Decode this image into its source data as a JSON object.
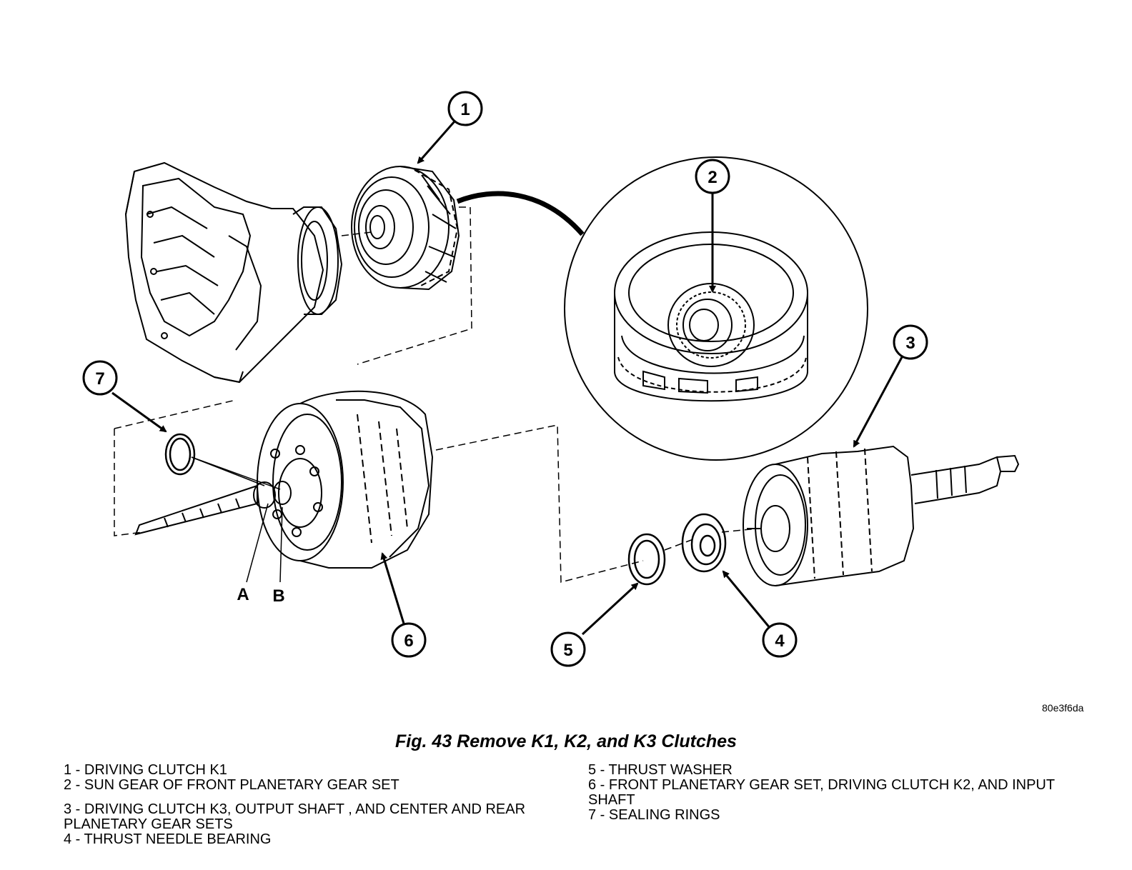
{
  "figure": {
    "code": "80e3f6da",
    "title": "Fig. 43 Remove K1, K2, and K3 Clutches"
  },
  "callouts": [
    "1",
    "2",
    "3",
    "4",
    "5",
    "6",
    "7"
  ],
  "letters": [
    "A",
    "B"
  ],
  "legend": {
    "left": [
      "1 - DRIVING CLUTCH K1",
      "2 - SUN GEAR OF FRONT PLANETARY GEAR SET",
      "3 - DRIVING CLUTCH K3, OUTPUT SHAFT , AND CENTER AND REAR PLANETARY GEAR SETS",
      "4 - THRUST NEEDLE BEARING"
    ],
    "right": [
      "5 - THRUST WASHER",
      "6 - FRONT PLANETARY GEAR SET, DRIVING CLUTCH K2, AND INPUT SHAFT",
      "7 - SEALING RINGS"
    ]
  }
}
